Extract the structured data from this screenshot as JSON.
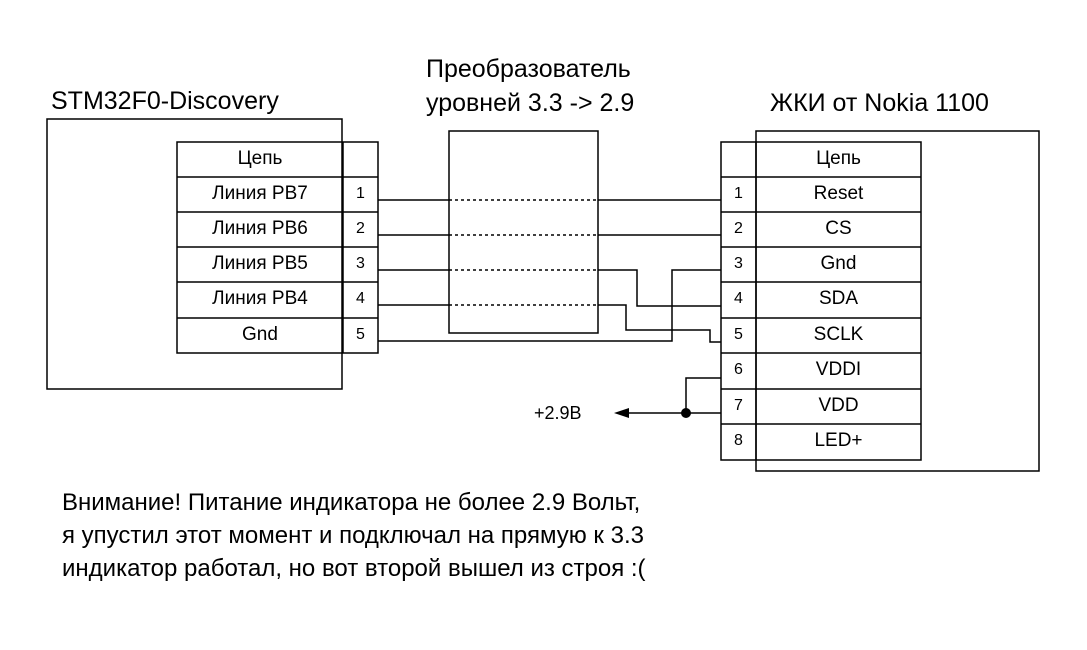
{
  "titles": {
    "left": "STM32F0-Discovery",
    "converter_line1": "Преобразователь",
    "converter_line2": "уровней 3.3 -> 2.9",
    "right": "ЖКИ от Nokia 1100"
  },
  "left_table": {
    "header": "Цепь",
    "rows": [
      {
        "signal": "Линия PB7",
        "pin": "1"
      },
      {
        "signal": "Линия PB6",
        "pin": "2"
      },
      {
        "signal": "Линия PB5",
        "pin": "3"
      },
      {
        "signal": "Линия PB4",
        "pin": "4"
      },
      {
        "signal": "Gnd",
        "pin": "5"
      }
    ]
  },
  "right_table": {
    "header": "Цепь",
    "rows": [
      {
        "pin": "1",
        "signal": "Reset"
      },
      {
        "pin": "2",
        "signal": "CS"
      },
      {
        "pin": "3",
        "signal": "Gnd"
      },
      {
        "pin": "4",
        "signal": "SDA"
      },
      {
        "pin": "5",
        "signal": "SCLK"
      },
      {
        "pin": "6",
        "signal": "VDDI"
      },
      {
        "pin": "7",
        "signal": "VDD"
      },
      {
        "pin": "8",
        "signal": "LED+"
      }
    ]
  },
  "power_label": "+2.9В",
  "note": {
    "line1": "Внимание! Питание индикатора не более 2.9 Вольт,",
    "line2": "я упустил этот момент и подключал на прямую к 3.3",
    "line3": "индикатор работал, но вот второй вышел из строя :("
  }
}
